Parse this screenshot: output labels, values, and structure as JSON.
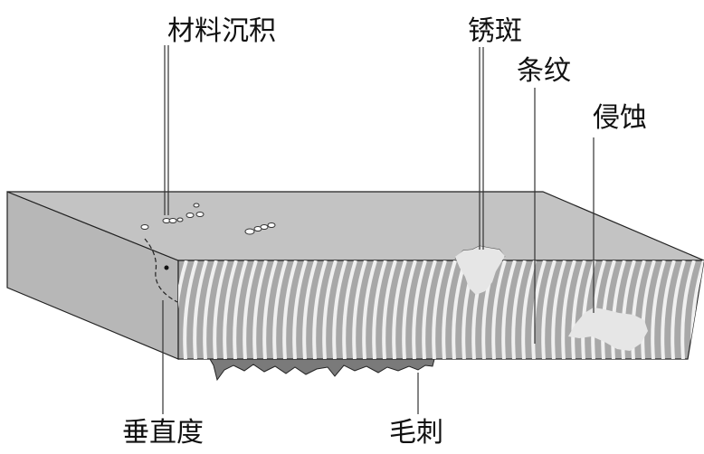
{
  "labels": {
    "deposit": "材料沉积",
    "rust": "锈斑",
    "striation": "条纹",
    "erosion": "侵蚀",
    "perpendicularity": "垂直度",
    "burr": "毛刺"
  },
  "colors": {
    "top_face": "#c3c3c3",
    "left_face": "#b7b7b7",
    "front_face": "#a8a8a8",
    "striation": "#f0f0f0",
    "defect_fill": "#e6e6e6",
    "burr_fill": "#7a7a7a",
    "outline": "#222222"
  }
}
